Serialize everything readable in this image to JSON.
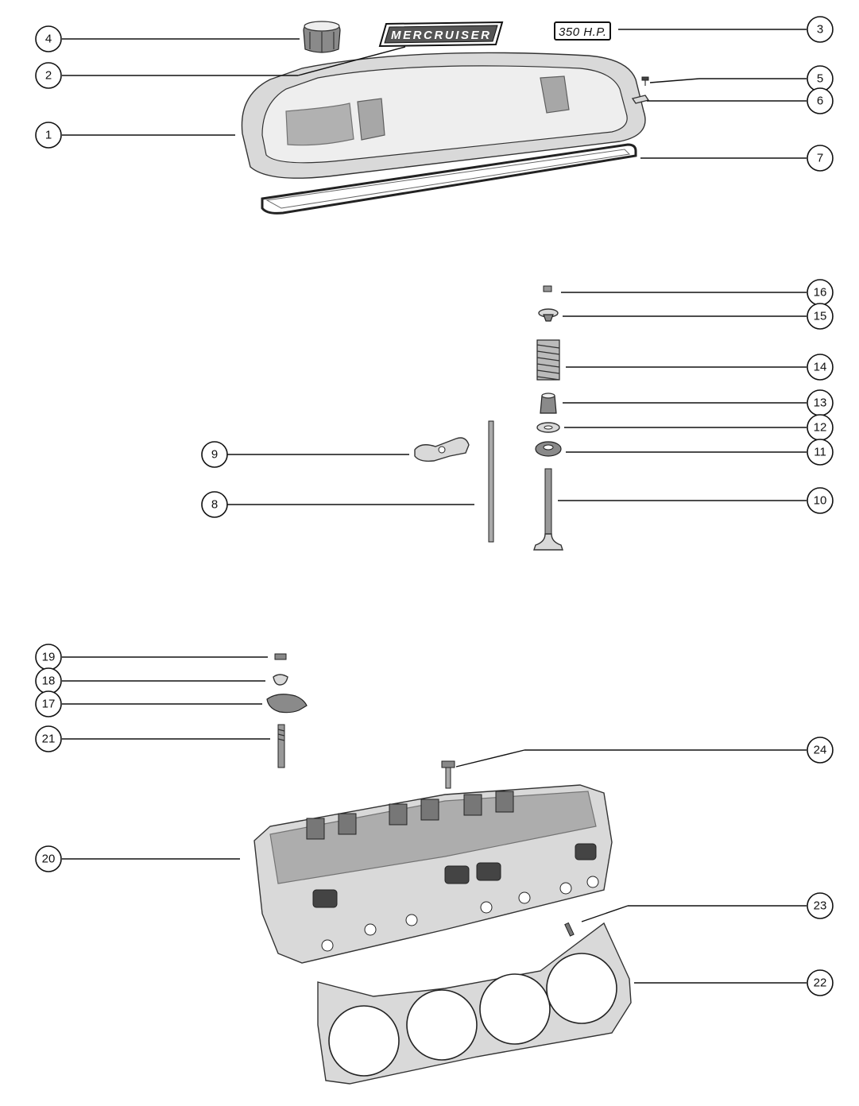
{
  "emblems": {
    "nameplate_text": "MERCRUISER",
    "hp_plate_text": "350 H.P."
  },
  "callouts": [
    {
      "id": "1",
      "label": "1"
    },
    {
      "id": "2",
      "label": "2"
    },
    {
      "id": "3",
      "label": "3"
    },
    {
      "id": "4",
      "label": "4"
    },
    {
      "id": "5",
      "label": "5"
    },
    {
      "id": "6",
      "label": "6"
    },
    {
      "id": "7",
      "label": "7"
    },
    {
      "id": "8",
      "label": "8"
    },
    {
      "id": "9",
      "label": "9"
    },
    {
      "id": "10",
      "label": "10"
    },
    {
      "id": "11",
      "label": "11"
    },
    {
      "id": "12",
      "label": "12"
    },
    {
      "id": "13",
      "label": "13"
    },
    {
      "id": "14",
      "label": "14"
    },
    {
      "id": "15",
      "label": "15"
    },
    {
      "id": "16",
      "label": "16"
    },
    {
      "id": "17",
      "label": "17"
    },
    {
      "id": "18",
      "label": "18"
    },
    {
      "id": "19",
      "label": "19"
    },
    {
      "id": "20",
      "label": "20"
    },
    {
      "id": "21",
      "label": "21"
    },
    {
      "id": "22",
      "label": "22"
    },
    {
      "id": "23",
      "label": "23"
    },
    {
      "id": "24",
      "label": "24"
    }
  ]
}
